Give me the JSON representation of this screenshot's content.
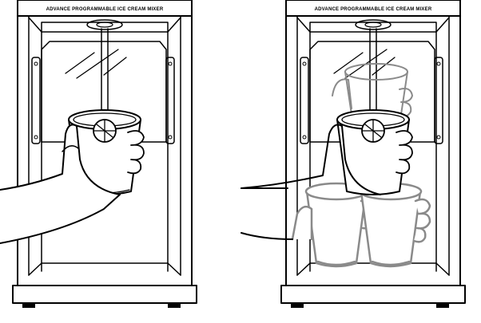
{
  "panels": [
    {
      "id": "left",
      "header_label": "ADVANCE PROGRAMMABLE ICE CREAM MIXER",
      "depiction": "single-cup"
    },
    {
      "id": "right",
      "header_label": "ADVANCE PROGRAMMABLE ICE CREAM MIXER",
      "depiction": "cup-motion-sequence"
    }
  ],
  "colors": {
    "line": "#000000",
    "ghost": "#8a8a8a",
    "fill": "#ffffff"
  }
}
